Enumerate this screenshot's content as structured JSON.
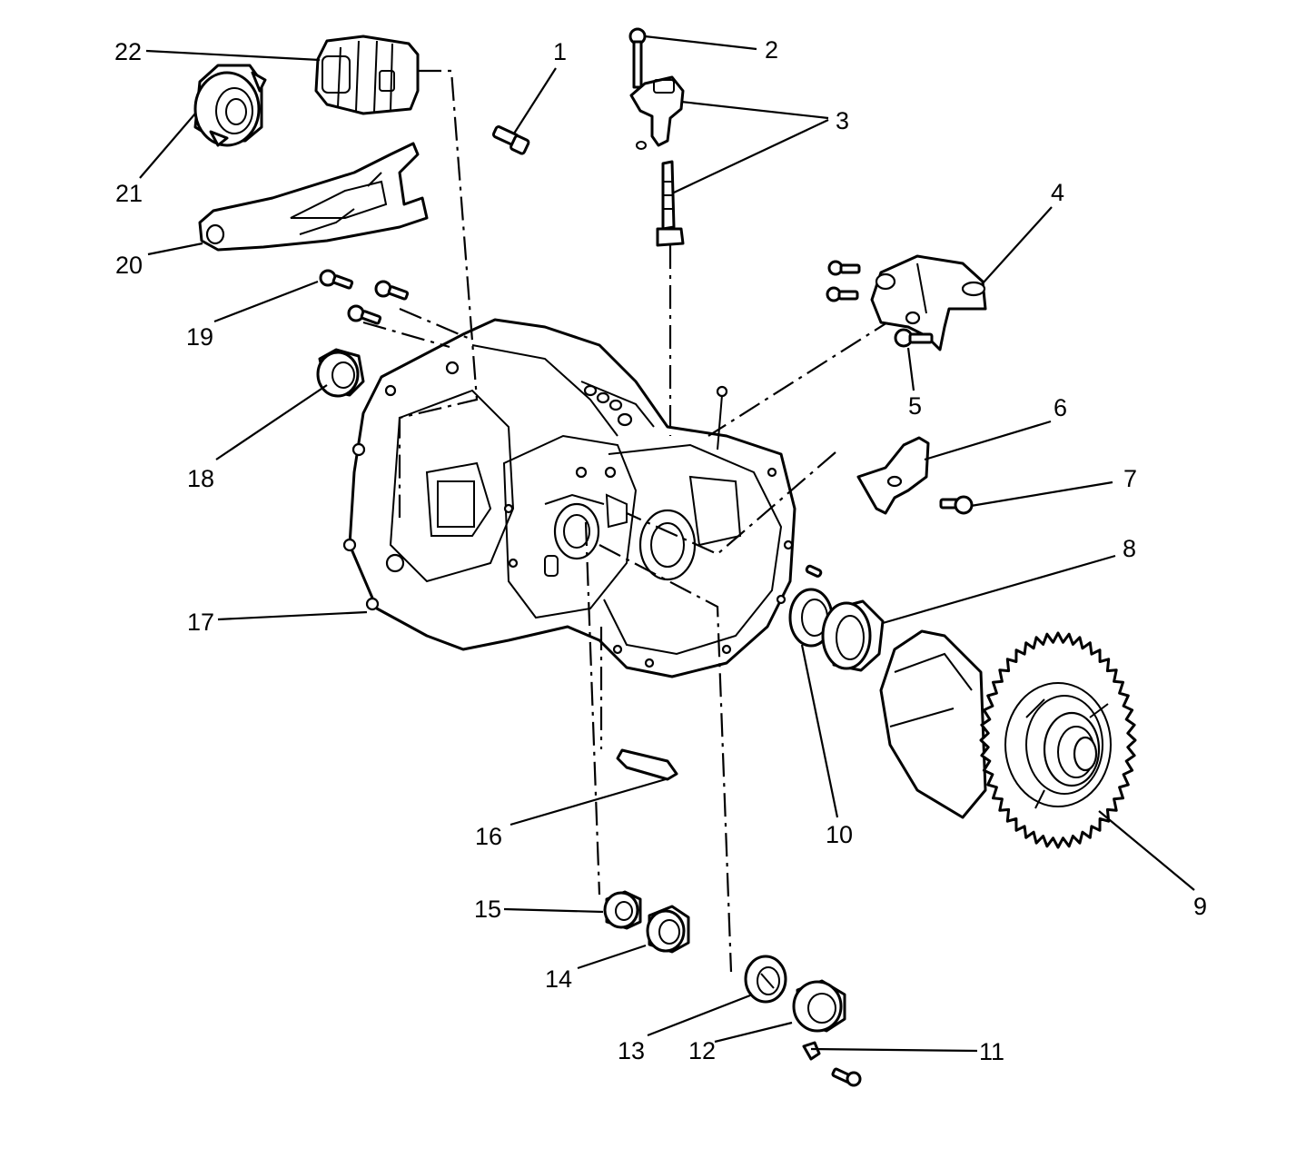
{
  "labels": [
    "1",
    "2",
    "3",
    "4",
    "5",
    "6",
    "7",
    "8",
    "9",
    "10",
    "11",
    "12",
    "13",
    "14",
    "15",
    "16",
    "17",
    "18",
    "19",
    "20",
    "21",
    "22"
  ],
  "icons": [
    "bearing-icon",
    "bolt-icon",
    "gear-icon",
    "housing-icon"
  ]
}
